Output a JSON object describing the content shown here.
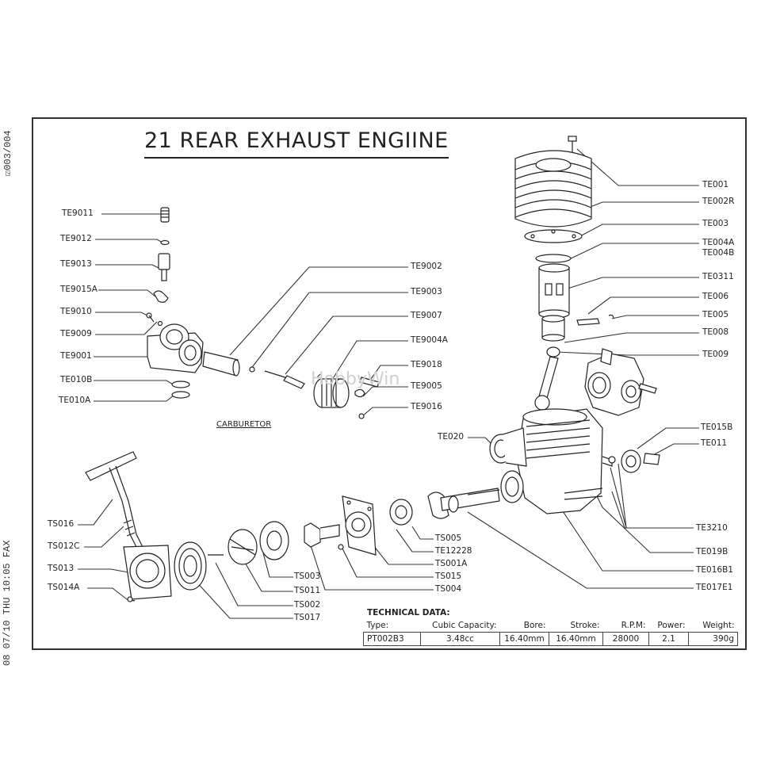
{
  "fax_header": "08 07/10 THU 10:05 FAX",
  "fax_page": "☑003/004",
  "title": "21 REAR EXHAUST ENGIINE",
  "section_label": "CARBURETOR",
  "watermark": "HobbyWin",
  "left_labels": [
    "TE9011",
    "TE9012",
    "TE9013",
    "TE9015A",
    "TE9010",
    "TE9009",
    "TE9001",
    "TE010B",
    "TE010A"
  ],
  "mid_labels": [
    "TE9002",
    "TE9003",
    "TE9007",
    "TE9004A",
    "TE9018",
    "TE9005",
    "TE9016"
  ],
  "right_labels": [
    "TE001",
    "TE002R",
    "TE003",
    "TE004A",
    "TE004B",
    "TE0311",
    "TE006",
    "TE005",
    "TE008",
    "TE009",
    "TE015B",
    "TE011"
  ],
  "te020": "TE020",
  "bottom_right_labels": [
    "TE3210",
    "TE019B",
    "TE016B1",
    "TE017E1"
  ],
  "starter_left_labels": [
    "TS016",
    "TS012C",
    "TS013",
    "TS014A"
  ],
  "starter_center_labels": [
    "TS003",
    "TS011",
    "TS002",
    "TS017"
  ],
  "plate_labels": [
    "TS005",
    "TE12228",
    "TS001A",
    "TS015",
    "TS004"
  ],
  "technical_data": {
    "title": "TECHNICAL DATA:",
    "headers": [
      "Type:",
      "Cubic Capacity:",
      "Bore:",
      "Stroke:",
      "R.P.M:",
      "Power:",
      "Weight:"
    ],
    "row": [
      "PT002B3",
      "3.48cc",
      "16.40mm",
      "16.40mm",
      "28000",
      "2.1",
      "390g"
    ]
  }
}
